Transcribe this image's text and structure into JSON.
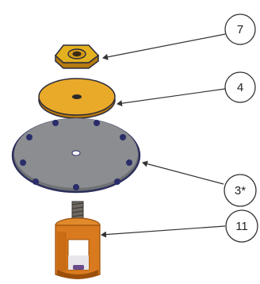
{
  "callouts": [
    {
      "label": "7",
      "part": "hex-nut"
    },
    {
      "label": "4",
      "part": "yellow-washer"
    },
    {
      "label": "3*",
      "part": "diaphragm"
    },
    {
      "label": "11",
      "part": "stem-fork"
    }
  ],
  "colors": {
    "outline": "#2b2b3b",
    "nut_face": "#e3b020",
    "nut_side": "#b57a10",
    "washer_face": "#e9a929",
    "washer_side": "#b7780d",
    "diaphragm_face": "#8b8d90",
    "diaphragm_edge": "#2c2f5c",
    "diaphragm_hole": "#2a2d6a",
    "stem_body": "#d97a1f",
    "stem_dark": "#9b4f0a",
    "thread": "#6e6a62",
    "callout_stroke": "#333333"
  }
}
